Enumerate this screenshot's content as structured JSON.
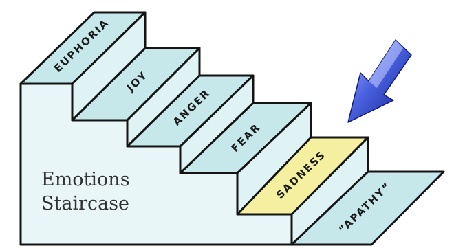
{
  "steps": [
    {
      "label": "EUPHORIA",
      "highlight": false
    },
    {
      "label": "JOY",
      "highlight": false
    },
    {
      "label": "ANGER",
      "highlight": false
    },
    {
      "label": "FEAR",
      "highlight": false
    },
    {
      "label": "SADNESS",
      "highlight": true
    },
    {
      "label": "“APATHY”",
      "highlight": false
    }
  ],
  "side_title": {
    "line1": "Emotions",
    "line2": "Staircase"
  },
  "colors": {
    "tread": "#c6e8ea",
    "riser": "#dff3f4",
    "side": "#e9f6f7",
    "highlight": "#f4f0a0",
    "outline": "#141414",
    "arrow_light": "#7d8fe0",
    "arrow_dark": "#1a2a9a"
  },
  "arrow": {
    "icon": "down-left-arrow-icon"
  }
}
